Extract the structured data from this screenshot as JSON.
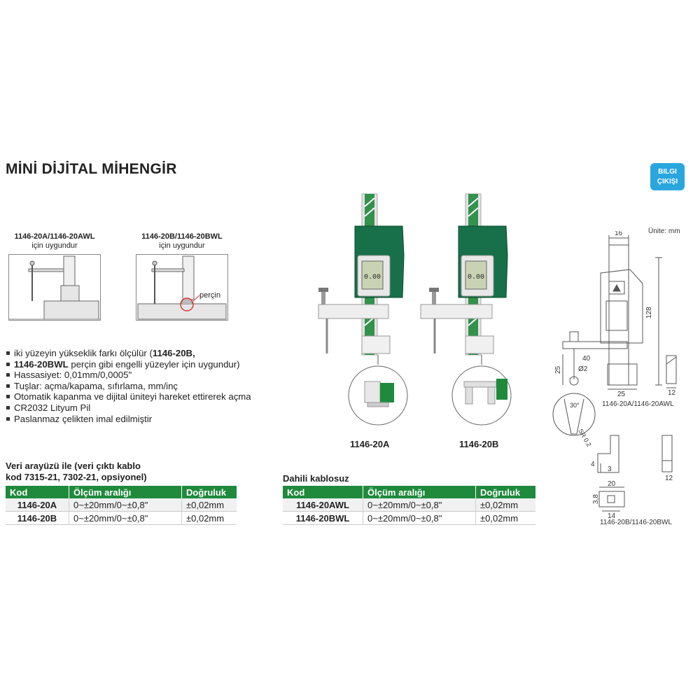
{
  "header": {
    "title": "MİNİ DİJİTAL MİHENGİR",
    "badge": [
      "BILGI",
      "ÇIKIŞI"
    ]
  },
  "usage": [
    {
      "code": "1146-20A/1146-20AWL",
      "text": "için uygundur"
    },
    {
      "code": "1146-20B/1146-20BWL",
      "text": "için uygundur",
      "label": "perçin"
    }
  ],
  "features": [
    {
      "pre": "iki yüzeyin yükseklik farkı ölçülür (",
      "bold": "1146-20B,",
      "post": ""
    },
    {
      "pre": "",
      "bold": "1146-20BWL",
      "post": " perçin gibi engelli yüzeyler için uygundur)",
      "sub": true
    },
    {
      "pre": "Hassasiyet: 0,01mm/0,0005\""
    },
    {
      "pre": "Tuşlar: açma/kapama, sıfırlama, mm/inç"
    },
    {
      "pre": "Otomatik kapanma ve dijital üniteyi hareket ettirerek açma"
    },
    {
      "pre": "CR2032 Lityum Pil"
    },
    {
      "pre": "Paslanmaz çelikten imal edilmiştir"
    }
  ],
  "products": {
    "a_label": "1146-20A",
    "b_label": "1146-20B",
    "display": "0.00"
  },
  "table1": {
    "title": [
      "Veri arayüzü ile (veri çıktı kablo",
      "kod 7315-21, 7302-21, opsiyonel)"
    ],
    "headers": [
      "Kod",
      "Ölçüm aralığı",
      "Doğruluk"
    ],
    "rows": [
      [
        "1146-20A",
        "0~±20mm/0~±0,8\"",
        "±0,02mm"
      ],
      [
        "1146-20B",
        "0~±20mm/0~±0,8\"",
        "±0,02mm"
      ]
    ]
  },
  "table2": {
    "title": "Dahili  kablosuz",
    "headers": [
      "Kod",
      "Ölçüm aralığı",
      "Doğruluk"
    ],
    "rows": [
      [
        "1146-20AWL",
        "0~±20mm/0~±0,8\"",
        "±0,02mm"
      ],
      [
        "1146-20BWL",
        "0~±20mm/0~±0,8\"",
        "±0,02mm"
      ]
    ]
  },
  "drawing": {
    "unit": "Ünite: mm",
    "dims": {
      "d16": "16",
      "d128": "128",
      "d40": "40",
      "d25v": "25",
      "dphi": "Ø2",
      "d25h": "25",
      "d12a": "12",
      "d30": "30°",
      "dsr": "SR 0.2",
      "d4": "4",
      "d3": "3",
      "d12b": "12",
      "d20": "20",
      "d38": "3,8",
      "d14": "14"
    },
    "caption_a": "1146-20A/1146-20AWL",
    "caption_b": "1146-20B/1146-20BWL"
  },
  "colors": {
    "green": "#1f8a3c",
    "body": "#17704a",
    "badge": "#2aa6df",
    "lcd": "#c9d3b4"
  }
}
